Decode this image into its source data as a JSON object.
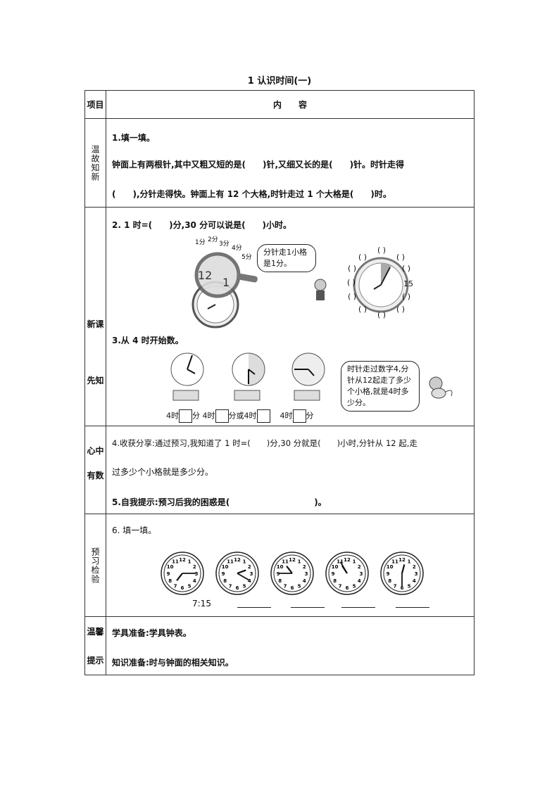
{
  "title": "1  认识时间(一)",
  "header": {
    "col1": "项目",
    "col2": "内　　容"
  },
  "section1": {
    "label": "温故知新",
    "heading": "1.填一填。",
    "line1": "钟面上有两根针,其中又粗又短的是(　　)针,又细又长的是(　　)针。时针走得",
    "line2": "(　　),分针走得快。钟面上有 12 个大格,时针走过 1 个大格是(　　)时。"
  },
  "section2": {
    "label_top": "新课",
    "label_bottom": "先知",
    "q2": "2.  1 时=(　　)分,30 分可以说是(　　)小时。",
    "magnifier_labels": [
      "1分",
      "2分",
      "3分",
      "4分",
      "5分"
    ],
    "magnifier_nums": [
      "12",
      "1"
    ],
    "bubble1": "分针走1小格是1分。",
    "clock_label_15": "15",
    "paren": "(  )",
    "q3": "3.从 4 时开始数。",
    "bubble2": "时针走过数字4,分针从12起走了多少个小格,就是4时多少分。",
    "answers": [
      "4时",
      "分",
      "4时",
      "分或4时",
      "4时",
      "分"
    ]
  },
  "section3": {
    "label_top": "心中",
    "label_bottom": "有数",
    "q4a": "4.收获分享:通过预习,我知道了 1 时=(　　)分,30 分就是(　　)小时,分针从 12 起,走",
    "q4b": "过多少个小格就是多少分。",
    "q5": "5.自我提示:预习后我的困惑是(　　　　　　　　　　)。"
  },
  "section4": {
    "label": "预习检验",
    "q6": "6.  填一填。",
    "first_answer": "7:15",
    "clocks": [
      {
        "hour": 7.25,
        "minute": 15
      },
      {
        "hour": 2.33,
        "minute": 20
      },
      {
        "hour": 10.75,
        "minute": 45
      },
      {
        "hour": 10.9,
        "minute": 55
      },
      {
        "hour": 12.5,
        "minute": 30
      }
    ]
  },
  "section5": {
    "label_top": "温馨",
    "label_bottom": "提示",
    "line1": "学具准备:学具钟表。",
    "line2": "知识准备:时与钟面的相关知识。"
  }
}
